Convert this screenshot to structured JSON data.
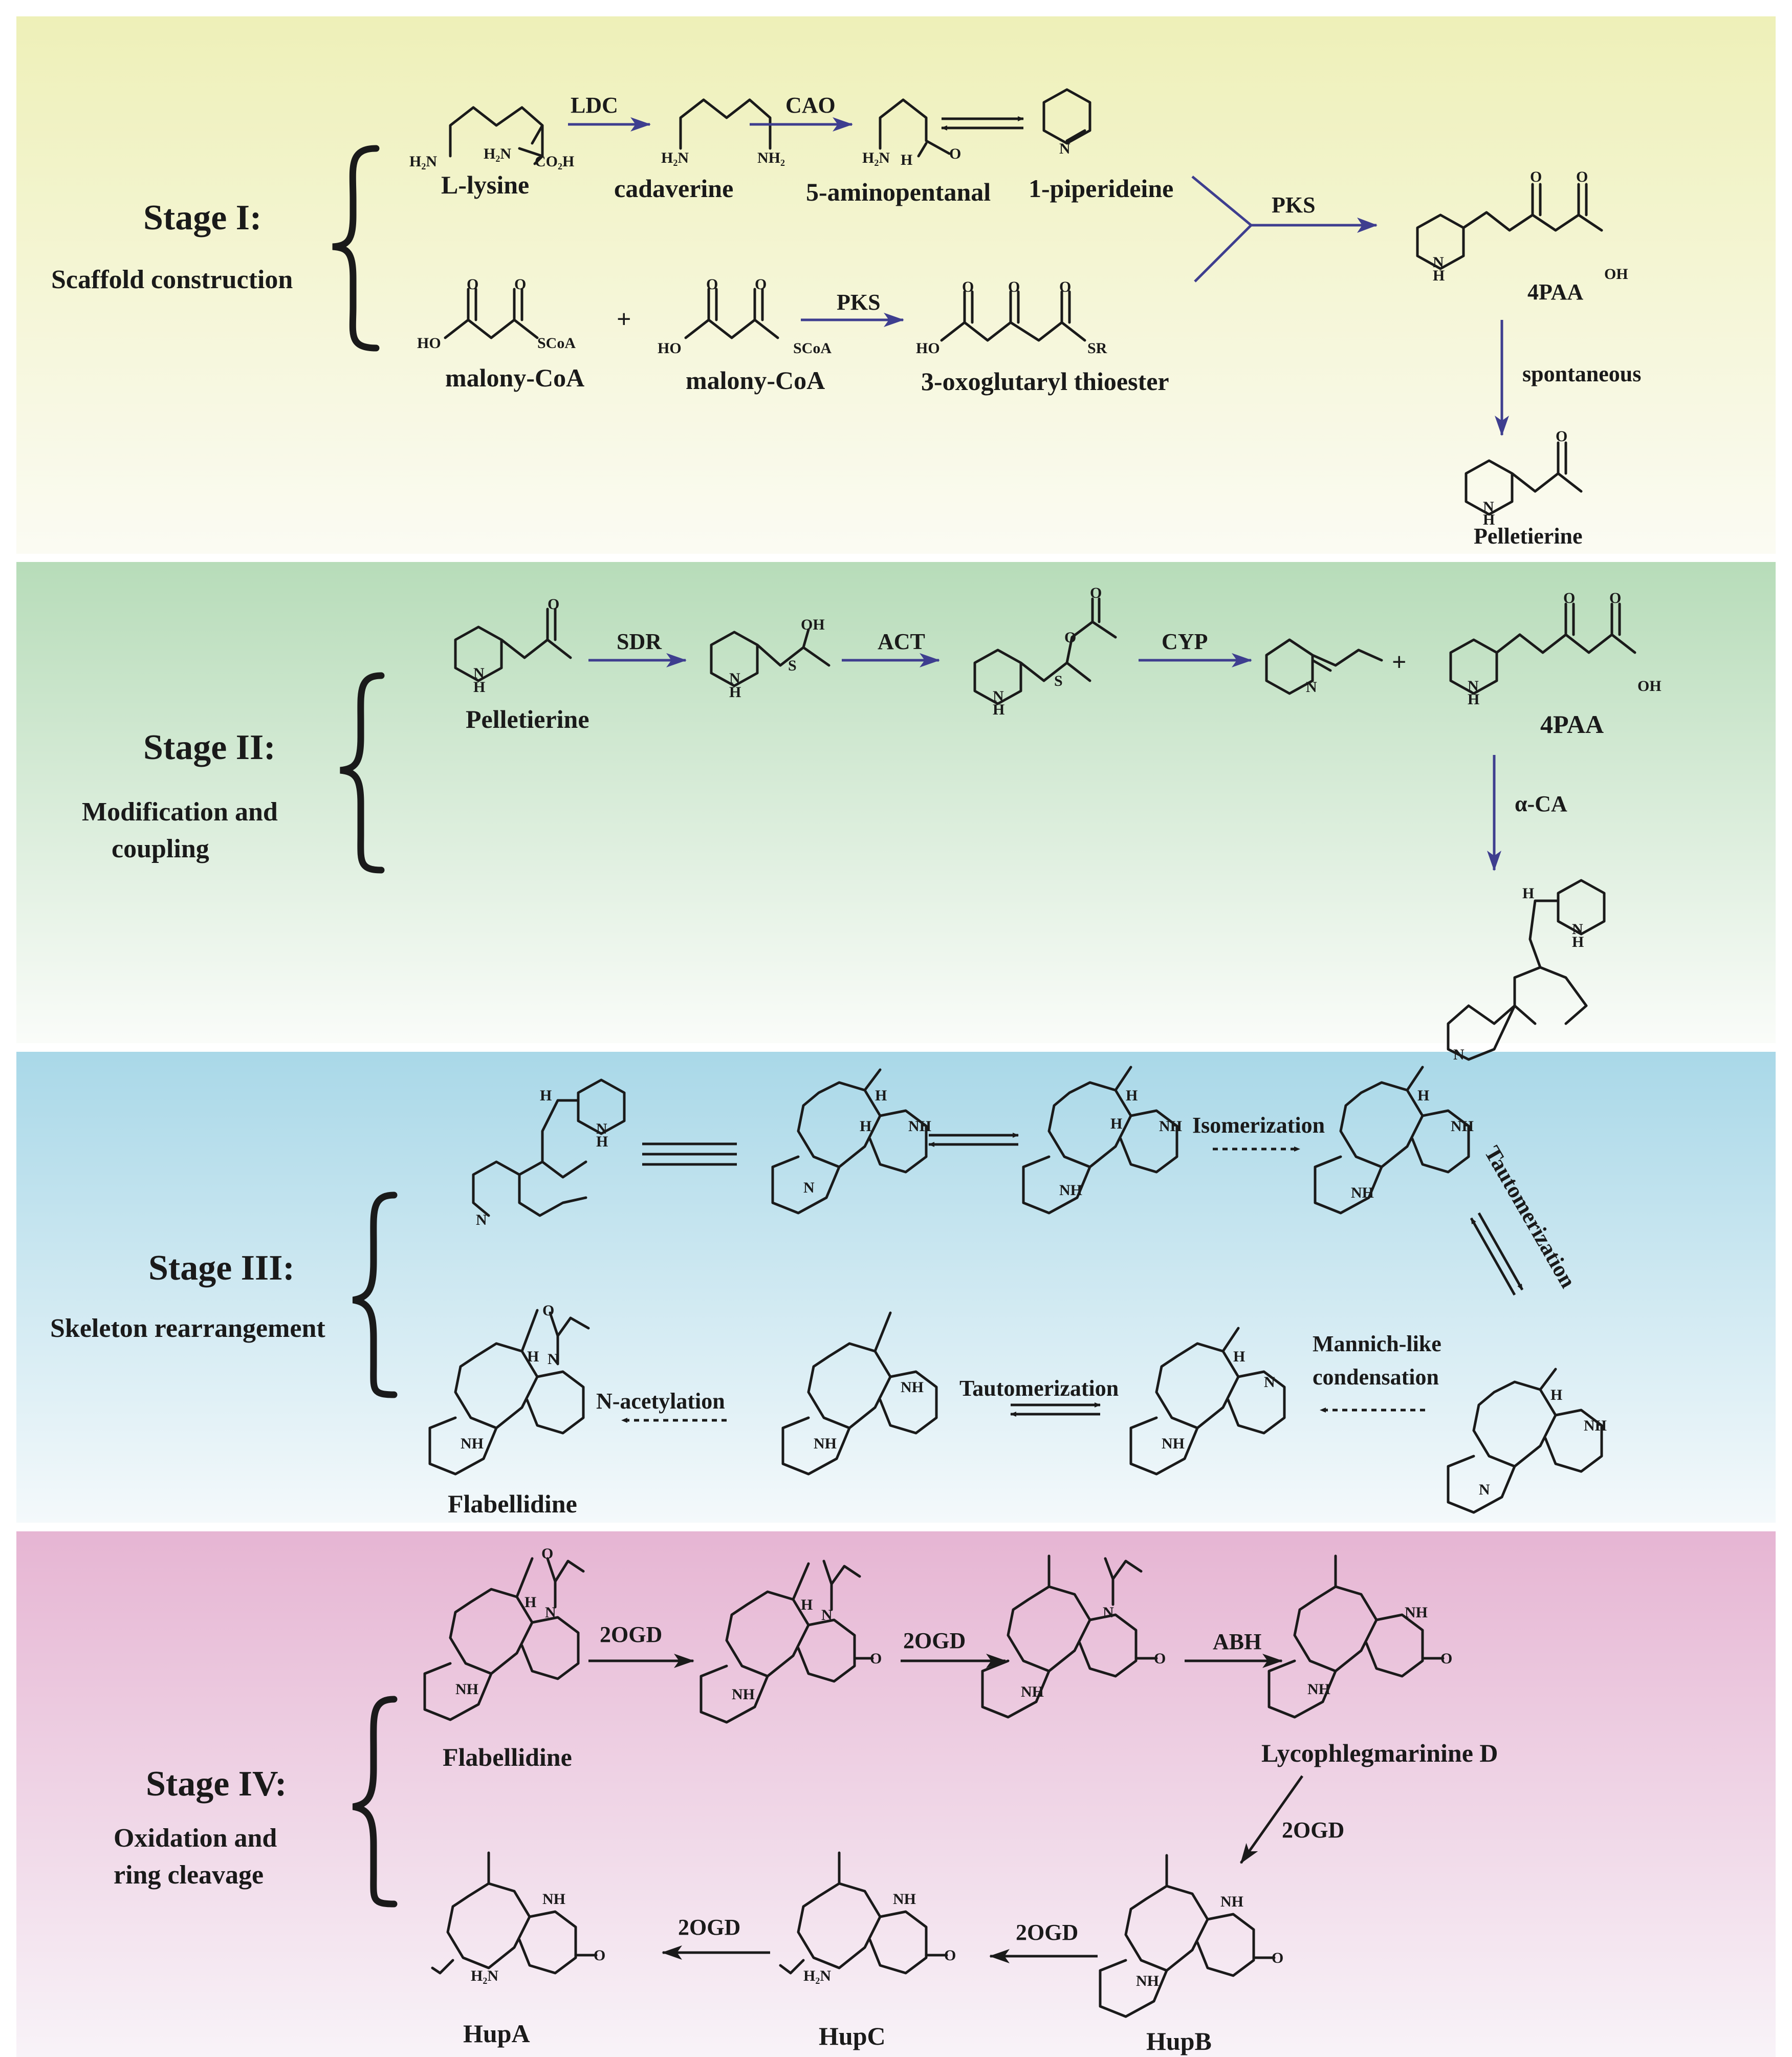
{
  "stages": [
    {
      "title": "Stage I:",
      "subtitle": [
        "Scaffold construction"
      ]
    },
    {
      "title": "Stage II:",
      "subtitle": [
        "Modification and",
        "coupling"
      ]
    },
    {
      "title": "Stage III:",
      "subtitle": [
        "Skeleton rearrangement"
      ]
    },
    {
      "title": "Stage IV:",
      "subtitle": [
        "Oxidation and",
        "ring cleavage"
      ]
    }
  ],
  "compounds": {
    "lysine": "L-lysine",
    "cadaverine": "cadaverine",
    "aminopentanal": "5-aminopentanal",
    "piperideine": "1-piperideine",
    "malonyl1": "malony-CoA",
    "malonyl2": "malony-CoA",
    "oxoglutaryl": "3-oxoglutaryl thioester",
    "fourpaa1": "4PAA",
    "pelletierine1": "Pelletierine",
    "pelletierine2": "Pelletierine",
    "fourpaa2": "4PAA",
    "flabellidine1": "Flabellidine",
    "flabellidine2": "Flabellidine",
    "lycophlegmarinine": "Lycophlegmarinine D",
    "hupa": "HupA",
    "hupc": "HupC",
    "hupb": "HupB"
  },
  "enzymes": {
    "ldc": "LDC",
    "cao": "CAO",
    "pks_top": "PKS",
    "pks_bottom": "PKS",
    "spontaneous": "spontaneous",
    "sdr": "SDR",
    "act": "ACT",
    "cyp": "CYP",
    "aca": "α-CA",
    "isomerization": "Isomerization",
    "tautomerization_diag": "Tautomerization",
    "mannich1": "Mannich-like",
    "mannich2": "condensation",
    "tautomerization": "Tautomerization",
    "nacetylation": "N-acetylation",
    "ogd1": "2OGD",
    "ogd2": "2OGD",
    "abh": "ABH",
    "ogd3": "2OGD",
    "ogd4": "2OGD",
    "ogd5": "2OGD"
  },
  "atoms": {
    "h2n": "H₂N",
    "nh2": "NH₂",
    "co2h": "CO₂H",
    "n": "N",
    "h": "H",
    "nh": "NH",
    "oh": "OH",
    "ho": "HO",
    "o": "O",
    "scoa": "SCoA",
    "sr": "SR",
    "s": "S",
    "plus": "+"
  },
  "colors": {
    "stage1_top": "#eef0b8",
    "stage1_bottom": "#fbfbf3",
    "stage2_top": "#b7dcb9",
    "stage2_bottom": "#fafcf9",
    "stage3_top": "#a9d8e8",
    "stage3_bottom": "#f4f9fb",
    "stage4_top": "#e6b5d3",
    "stage4_bottom": "#f8f3f8",
    "enzyme_arrow": "#3e3e8f",
    "ink": "#1a1a1a"
  }
}
